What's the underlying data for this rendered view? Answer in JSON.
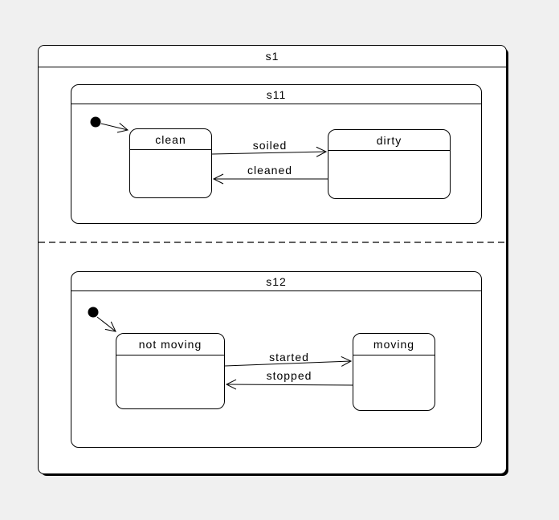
{
  "colors": {
    "background": "#f0f0f0",
    "state_fill": "#ffffff",
    "line": "#000000"
  },
  "statechart": {
    "root_state": {
      "label": "s1"
    },
    "regions": [
      {
        "label": "s11",
        "pseudostates": [
          {
            "kind": "initial"
          }
        ],
        "states": [
          {
            "label": "clean"
          },
          {
            "label": "dirty"
          }
        ],
        "transitions": [
          {
            "label": "soiled",
            "from": "clean",
            "to": "dirty"
          },
          {
            "label": "cleaned",
            "from": "dirty",
            "to": "clean"
          }
        ]
      },
      {
        "label": "s12",
        "pseudostates": [
          {
            "kind": "initial"
          }
        ],
        "states": [
          {
            "label": "not moving"
          },
          {
            "label": "moving"
          }
        ],
        "transitions": [
          {
            "label": "started",
            "from": "not moving",
            "to": "moving"
          },
          {
            "label": "stopped",
            "from": "moving",
            "to": "not moving"
          }
        ]
      }
    ]
  }
}
